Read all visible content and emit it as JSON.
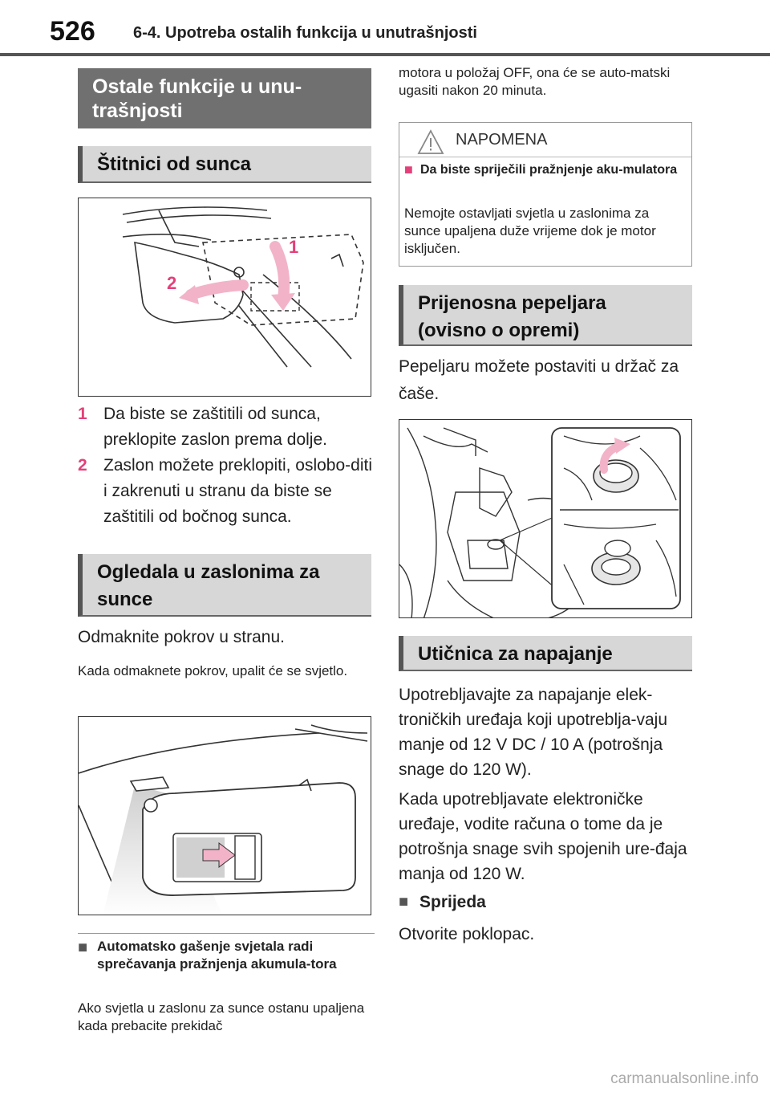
{
  "header": {
    "page_number": "526",
    "title": "6-4. Upotreba ostalih funkcija u unutrašnjosti"
  },
  "left": {
    "main_section": "Ostale funkcije u unu-\ntrašnjosti",
    "sun_visors": {
      "heading": "Štitnici od sunca",
      "steps": [
        {
          "num": "1",
          "text": "Da biste se zaštitili od sunca, preklopite zaslon prema dolje."
        },
        {
          "num": "2",
          "text": "Zaslon možete preklopiti, oslobo-diti i zakrenuti u stranu da biste se zaštitili od bočnog sunca."
        }
      ]
    },
    "mirrors": {
      "heading": "Ogledala u zaslonima za sunce",
      "text": "Odmaknite pokrov u stranu.",
      "small_text": "Kada odmaknete pokrov, upalit će se svjetlo."
    },
    "auto_off": {
      "heading": "Automatsko gašenje svjetala radi sprečavanja pražnjenja akumula-tora",
      "text": "Ako svjetla u zaslonu za sunce ostanu upaljena kada prebacite prekidač"
    }
  },
  "right": {
    "continued_text": "motora u položaj OFF, ona će se auto-matski ugasiti nakon 20 minuta.",
    "note": {
      "title": "NAPOMENA",
      "subheading": "Da biste spriječili pražnjenje aku-mulatora",
      "text": "Nemojte ostavljati svjetla u zaslonima za sunce upaljena duže vrijeme dok je motor isključen."
    },
    "ashtray": {
      "heading": "Prijenosna pepeljara (ovisno o opremi)",
      "text": "Pepeljaru možete postaviti u držač za čaše."
    },
    "power_outlet": {
      "heading": "Utičnica za napajanje",
      "text1": "Upotrebljavajte za napajanje elek-troničkih uređaja koji upotreblja-vaju manje od 12 V DC / 10 A (potrošnja snage do 120 W).",
      "text2": "Kada upotrebljavate elektroničke uređaje, vodite računa o tome da je potrošnja snage svih spojenih ure-đaja manja od 120 W.",
      "front_heading": "Sprijeda",
      "front_text": "Otvorite poklopac."
    }
  },
  "figure_labels": {
    "label1": "1",
    "label2": "2"
  },
  "watermark": "carmanualsonline.info",
  "colors": {
    "accent_pink": "#e3407a",
    "section_dark": "#707070",
    "section_light": "#d7d7d7"
  }
}
